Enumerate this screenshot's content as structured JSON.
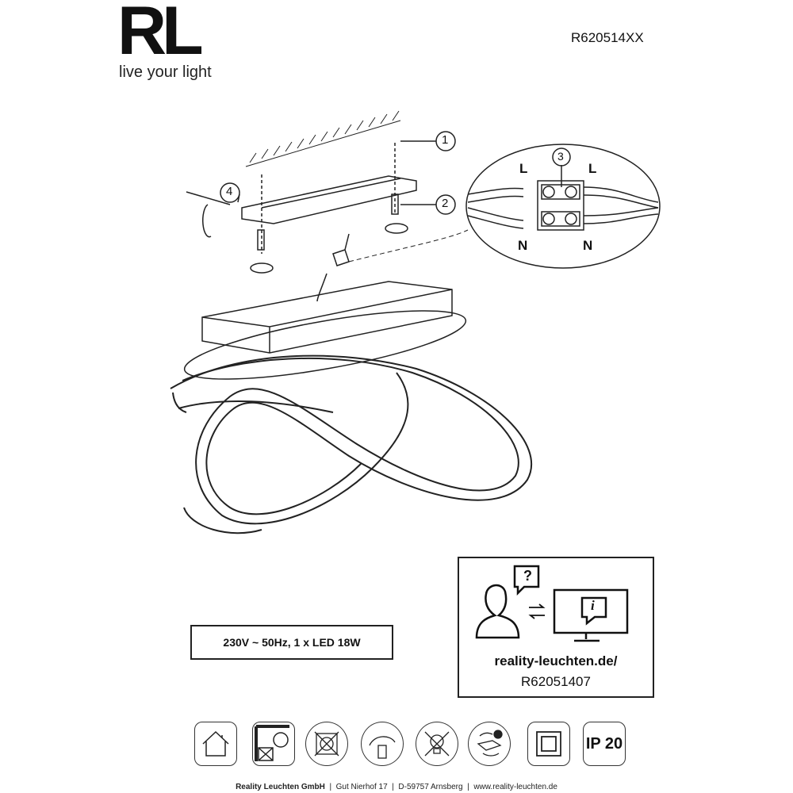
{
  "header": {
    "logo": "RL",
    "tagline": "live your light",
    "model": "R620514XX"
  },
  "diagram": {
    "callouts": [
      "1",
      "2",
      "3",
      "4"
    ],
    "wire_labels": {
      "live": "L",
      "neutral": "N"
    }
  },
  "spec": "230V ~ 50Hz, 1 x LED 18W",
  "info": {
    "url": "reality-leuchten.de/",
    "code": "R62051407",
    "question_mark": "?",
    "info_mark": "i"
  },
  "icons": [
    "indoor-use-icon",
    "not-for-direct-mount-icon",
    "no-dimmer-icon",
    "switch-dimmer-icon",
    "led-not-replaceable-icon",
    "driver-replaceable-icon",
    "protection-class-2-icon",
    "ip-rating-icon"
  ],
  "ip_rating": "IP 20",
  "footer": {
    "company": "Reality Leuchten GmbH",
    "street": "Gut Nierhof 17",
    "city": "D-59757 Arnsberg",
    "web": "www.reality-leuchten.de",
    "sep": "|"
  }
}
